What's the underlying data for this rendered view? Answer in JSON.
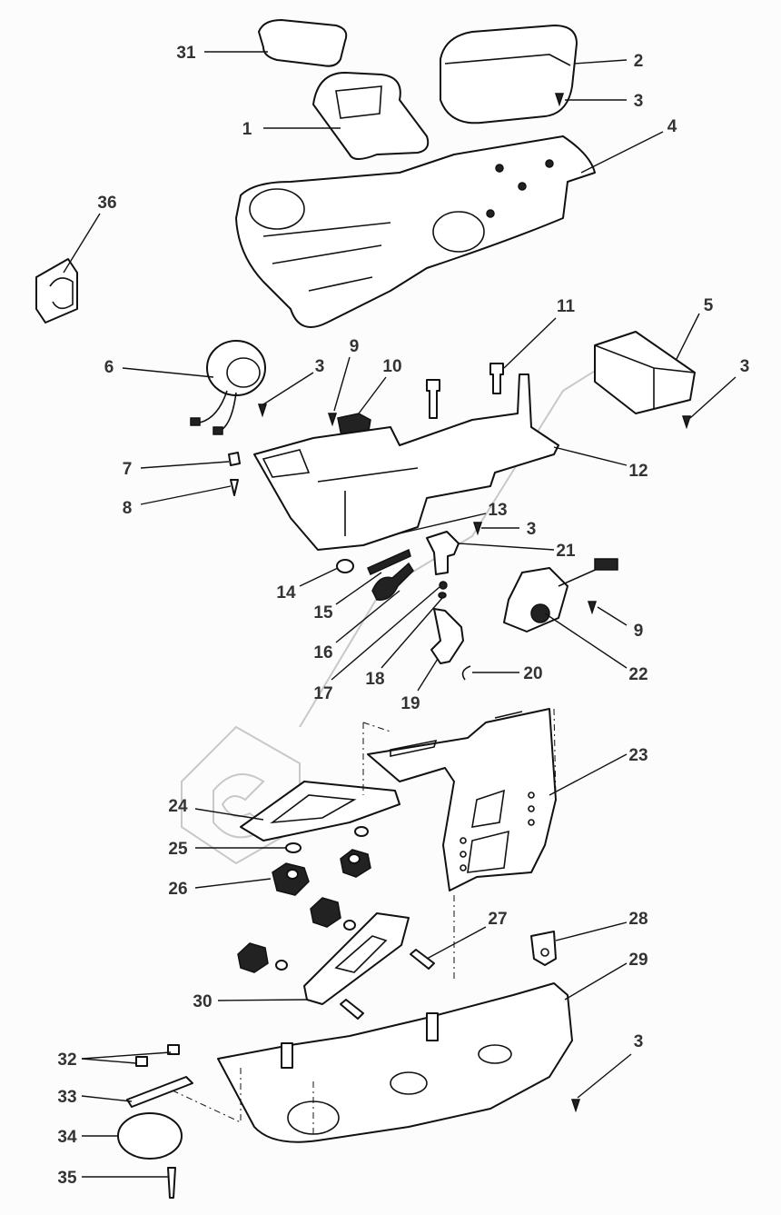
{
  "diagram": {
    "type": "exploded-parts-view",
    "callouts": [
      {
        "id": "31"
      },
      {
        "id": "2"
      },
      {
        "id": "3"
      },
      {
        "id": "1"
      },
      {
        "id": "4"
      },
      {
        "id": "36"
      },
      {
        "id": "11"
      },
      {
        "id": "5"
      },
      {
        "id": "6"
      },
      {
        "id": "3"
      },
      {
        "id": "9"
      },
      {
        "id": "10"
      },
      {
        "id": "3"
      },
      {
        "id": "7"
      },
      {
        "id": "12"
      },
      {
        "id": "8"
      },
      {
        "id": "13"
      },
      {
        "id": "3"
      },
      {
        "id": "21"
      },
      {
        "id": "14"
      },
      {
        "id": "15"
      },
      {
        "id": "9"
      },
      {
        "id": "16"
      },
      {
        "id": "22"
      },
      {
        "id": "17"
      },
      {
        "id": "18"
      },
      {
        "id": "20"
      },
      {
        "id": "19"
      },
      {
        "id": "23"
      },
      {
        "id": "24"
      },
      {
        "id": "25"
      },
      {
        "id": "26"
      },
      {
        "id": "27"
      },
      {
        "id": "28"
      },
      {
        "id": "29"
      },
      {
        "id": "30"
      },
      {
        "id": "32"
      },
      {
        "id": "33"
      },
      {
        "id": "34"
      },
      {
        "id": "35"
      },
      {
        "id": "3"
      }
    ]
  }
}
